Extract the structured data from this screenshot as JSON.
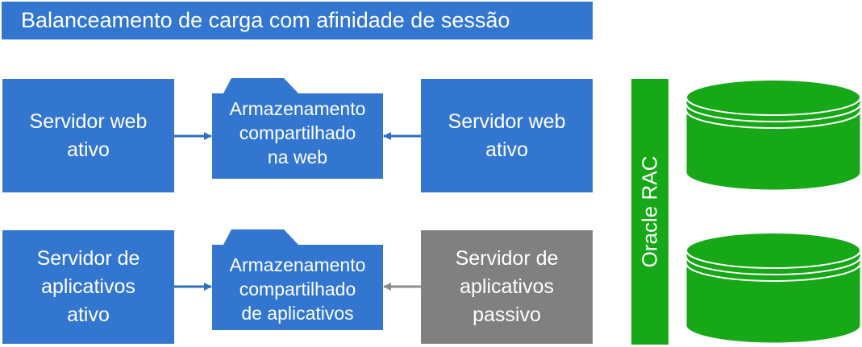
{
  "title": "Balanceamento de carga com afinidade de sessão",
  "web_tier": {
    "left_server": "Servidor web\nativo",
    "storage": "Armazenamento\ncompartilhado\nna web",
    "right_server": "Servidor web\nativo"
  },
  "app_tier": {
    "left_server": "Servidor de\naplicativos\nativo",
    "storage": "Armazenamento\ncompartilhado\nde aplicativos",
    "right_server": "Servidor de\naplicativos\npassivo"
  },
  "database": {
    "cluster_label": "Oracle RAC"
  },
  "colors": {
    "blue": "#3276d0",
    "gray": "#808080",
    "green": "#17a817",
    "gray_arrow": "#8c8c8c"
  }
}
